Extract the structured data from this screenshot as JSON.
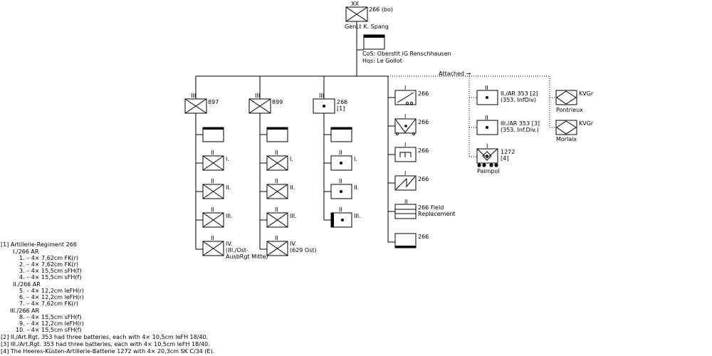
{
  "division": {
    "label": "266 (bo)",
    "size_mark": "XX",
    "commander": "GenLt  K. Spang",
    "cos": "CoS: Oberstlt iG  Renschhausen",
    "hqs": "Hqs: Le Gollot",
    "attached_label": "Attached →"
  },
  "regiments": {
    "r897": {
      "label": "897",
      "size_mark": "III",
      "battalions": [
        "I.",
        "II.",
        "III."
      ],
      "battalion_iv_lines": [
        "IV.",
        "(III./Ost-",
        "AusbRgt Mitte)"
      ]
    },
    "r899": {
      "label": "899",
      "size_mark": "III",
      "battalions": [
        "I.",
        "II.",
        "III."
      ],
      "battalion_iv_lines": [
        "IV.",
        "(629 Ost)"
      ]
    },
    "r266": {
      "label": "266",
      "note": "[1]",
      "size_mark": "III",
      "battalions": [
        "I.",
        "II.",
        "III."
      ]
    }
  },
  "support": [
    {
      "label": "266",
      "size_mark": "I",
      "symbol": "antitank-motorized"
    },
    {
      "label": "266",
      "size_mark": "I",
      "symbol": "recon"
    },
    {
      "label": "266",
      "size_mark": "I",
      "symbol": "engineer"
    },
    {
      "label": "266",
      "size_mark": "I",
      "symbol": "signals"
    },
    {
      "label_lines": [
        "266 Field",
        "Replacement"
      ],
      "size_mark": "II",
      "symbol": "replacement"
    },
    {
      "label": "266",
      "symbol": "supply"
    }
  ],
  "attached": [
    {
      "label_lines": [
        "II./AR 353  [2]",
        "(353. InfDiv)"
      ],
      "size_mark": "II"
    },
    {
      "label_lines": [
        "III./AR 353  [3]",
        "(353. Inf.Div.)"
      ],
      "size_mark": "II"
    },
    {
      "label_lines": [
        "1272",
        "[4]"
      ],
      "size_mark": "I",
      "location": "Paimpol"
    }
  ],
  "kvgr": [
    {
      "label": "KVGr",
      "location": "Pontrieux"
    },
    {
      "label": "KVGr",
      "location": "Morlaix"
    }
  ],
  "notes": {
    "n1_title": "[1] Artillerie-Regiment 266",
    "n1_groups": [
      {
        "title": "I./266 AR",
        "lines": [
          "1. –  4× 7,62cm FK(r)",
          "2. –  4× 7,62cm FK(r)",
          "3. –  4× 15,5cm sFH(f)",
          "4. –  4× 15,5cm sFH(f)"
        ]
      },
      {
        "title": "II./266 AR",
        "lines": [
          "5. –  4× 12,2cm leFH(r)",
          "6. –  4× 12,2cm leFH(r)",
          "7. –  4× 7,62cm FK(r)"
        ]
      },
      {
        "title": "III./266 AR",
        "lines": [
          "8. –  4× 15,5cm sFH(f)",
          "9. –  4× 12,2cm leFH(r)",
          "10. –  4× 15,5cm sFH(f)"
        ]
      }
    ],
    "n2": "[2] II./Art.Rgt. 353 had three batteries, each with 4× 10,5cm leFH 18/40.",
    "n3": "[3] III./Art.Rgt. 353 had three batteries, each with 4× 10,5cm leFH 18/40.",
    "n4": "[4] The Heeres-Küsten-Artillerie-Batterie 1272 with 4× 20,3cm SK C/34 (E)."
  }
}
